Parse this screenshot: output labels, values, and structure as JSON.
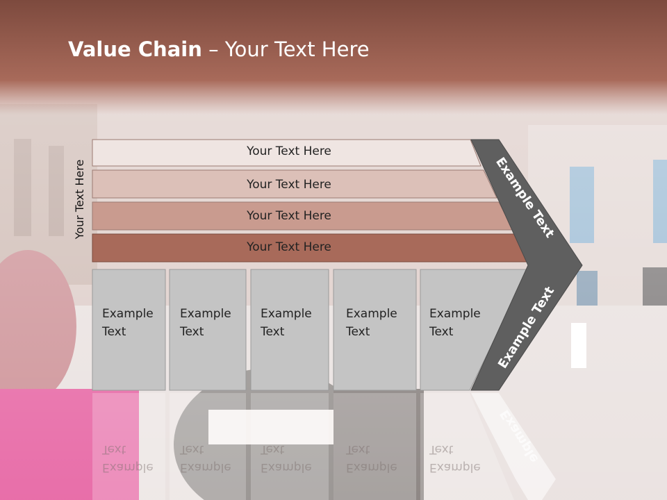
{
  "slide": {
    "title_bold": "Value Chain",
    "title_rest": " – Your Text Here",
    "vertical_label": "Your Text Here"
  },
  "rows": [
    {
      "label": "Your Text Here",
      "color": "#efe5e2"
    },
    {
      "label": "Your Text Here",
      "color": "#dcc0b8"
    },
    {
      "label": "Your Text Here",
      "color": "#c99b8f"
    },
    {
      "label": "Your Text Here",
      "color": "#a86a5a"
    }
  ],
  "cards": [
    {
      "line1": "Example",
      "line2": "Text"
    },
    {
      "line1": "Example",
      "line2": "Text"
    },
    {
      "line1": "Example",
      "line2": "Text"
    },
    {
      "line1": "Example",
      "line2": "Text"
    },
    {
      "line1": "Example",
      "line2": "Text"
    }
  ],
  "arrow": {
    "top_label": "Example Text",
    "bottom_label": "Example Text",
    "reflection_label": "Example",
    "color": "#5f5f5f"
  },
  "colors": {
    "header": "#9e5d4f",
    "card": "#c4c4c4",
    "card_border": "#9a9a9a"
  }
}
